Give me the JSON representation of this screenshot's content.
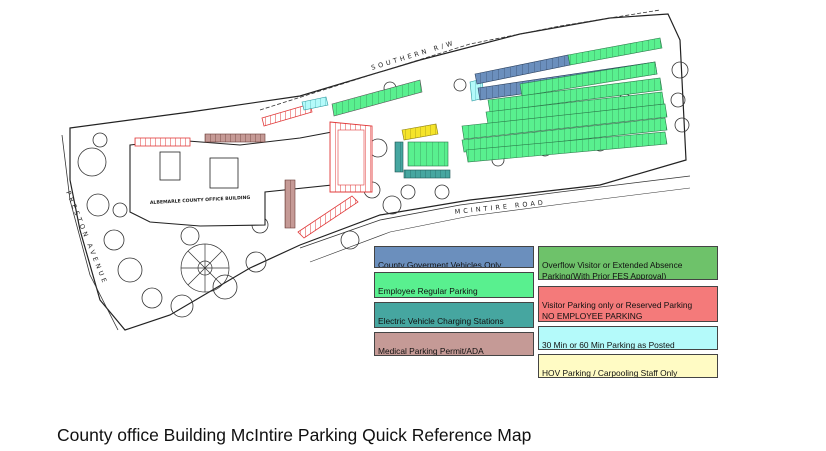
{
  "caption": "County office Building McIntire Parking Quick Reference Map",
  "map_labels": {
    "road_top": "SOUTHERN R/W",
    "road_mid": "MCINTIRE ROAD",
    "road_left": "PRESTON AVENUE",
    "building": "ALBEMARLE COUNTY OFFICE BUILDING"
  },
  "legend": [
    {
      "id": "county-vehicles",
      "label": "County Goverment Vehicles Only",
      "color": "#6b8fbd"
    },
    {
      "id": "employee-regular",
      "label": "Employee Regular Parking",
      "color": "#59f08f"
    },
    {
      "id": "ev-charging",
      "label": "Electric Vehicle Charging Stations",
      "color": "#46a6a0"
    },
    {
      "id": "medical-ada",
      "label": "Medical Parking Permit/ADA",
      "color": "#c59a96"
    },
    {
      "id": "overflow-visitor",
      "label": "Overflow Visitor or Extended Absence\nParking(With Prior FES Approval)",
      "color": "#6ec26a"
    },
    {
      "id": "visitor-reserved",
      "label": "Visitor Parking only or Reserved Parking\nNO EMPLOYEE PARKING",
      "color": "#f47a7a"
    },
    {
      "id": "timed-parking",
      "label": "30 Min or 60 Min Parking as Posted",
      "color": "#b4fafa"
    },
    {
      "id": "hov-carpool",
      "label": "HOV Parking / Carpooling Staff Only",
      "color": "#fffbc4"
    }
  ]
}
